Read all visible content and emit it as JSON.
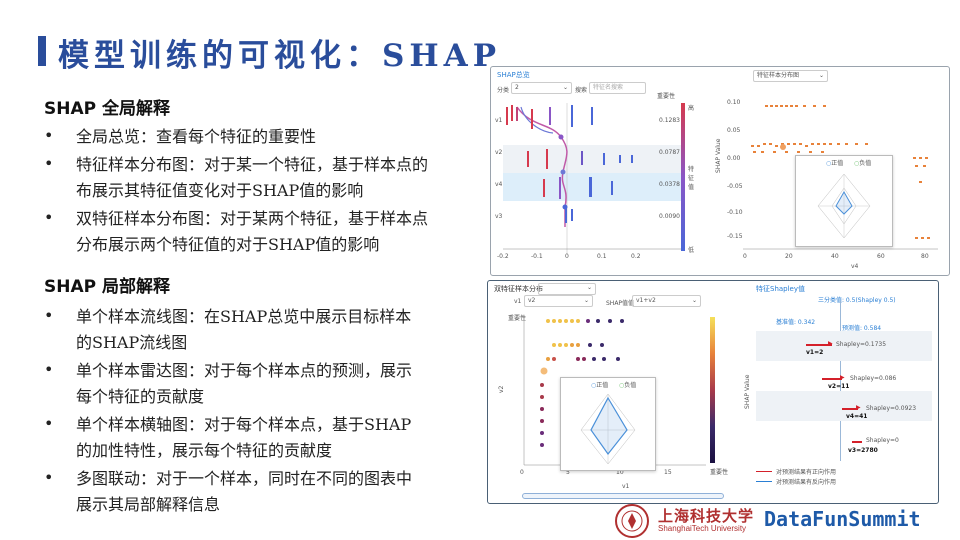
{
  "title": "模型训练的可视化：SHAP",
  "global": {
    "heading": "SHAP 全局解释",
    "items": [
      [
        "全局总览：查看每个特征的重要性"
      ],
      [
        "特征样本分布图：对于某一个特征，基于样本点的",
        "布展示其特征值变化对于SHAP值的影响"
      ],
      [
        "双特征样本分布图：对于某两个特征，基于样本点",
        "分布展示两个特征值的对于SHAP值的影响"
      ]
    ]
  },
  "local": {
    "heading": "SHAP 局部解释",
    "items": [
      [
        "单个样本流线图：在SHAP总览中展示目标样本",
        "的SHAP流线图"
      ],
      [
        "单个样本雷达图：对于每个样本点的预测，展示",
        "每个特征的贡献度"
      ],
      [
        "单个样本横轴图：对于每个样本点，基于SHAP",
        "的加性特性，展示每个特征的贡献度"
      ],
      [
        "多图联动：对于一个样本，同时在不同的图表中",
        "展示其局部解释信息"
      ]
    ]
  },
  "bullet": "•",
  "panel1": {
    "title": "SHAP总览",
    "group_label": "分类",
    "group_value": "2",
    "search_label": "搜索",
    "search_placeholder": "特征名搜索",
    "importance_label": "重要性",
    "features": [
      "v1",
      "v2",
      "v4",
      "v3"
    ],
    "importances": [
      "0.1283",
      "0.0787",
      "0.0378",
      "0.0090"
    ],
    "x_ticks": [
      "-0.2",
      "-0.1",
      "0",
      "0.1",
      "0.2"
    ],
    "color_high": "高",
    "color_low": "低",
    "color_label": "特征值",
    "dist_select": "特征样本分布图",
    "scatter_xlabel": "v4",
    "scatter_ylabel": "SHAP Value",
    "scatter_x_ticks": [
      "0",
      "20",
      "40",
      "60",
      "80"
    ],
    "scatter_y_ticks": [
      "0.10",
      "0.05",
      "0.00",
      "-0.05",
      "-0.10",
      "-0.15"
    ],
    "radar_legend": [
      "正值",
      "负值"
    ]
  },
  "panel2": {
    "title": "双特征样本分布",
    "shapley_title": "特征Shapley值",
    "sel_x_label": "v1",
    "sel_x_value": "v2",
    "sel_feature_label": "SHAP值值",
    "sel_feature_value": "v1+v2",
    "importance_label": "重要性",
    "x_label": "v1",
    "y_label": "v2",
    "x_ticks": [
      "0",
      "5",
      "10",
      "15"
    ],
    "shap_label": "SHAP Value",
    "shapley_info": "三分类值: 0.5(Shapley 0.5)",
    "start_value": "基准值: 0.342",
    "final_value": "预测值: 0.584",
    "rows": [
      {
        "label": "v1=2",
        "value": "Shapley=0.1735"
      },
      {
        "label": "v2=11",
        "value": "Shapley=0.086"
      },
      {
        "label": "v4=41",
        "value": "Shapley=0.0923"
      },
      {
        "label": "v3=2780",
        "value": "Shapley=0"
      }
    ],
    "legend_pos": "对预测结果有正向作用",
    "legend_neg": "对预测结果有反向作用",
    "radar_legend": [
      "正值",
      "负值"
    ]
  },
  "footer": {
    "school_cn": "上海科技大学",
    "school_en": "ShanghaiTech University",
    "brand": "DataFunSummit"
  },
  "colors": {
    "accent": "#2a4d9b",
    "shap_pos": "#d63a4e",
    "shap_neg": "#4a67d8",
    "orange": "#e8823a"
  }
}
